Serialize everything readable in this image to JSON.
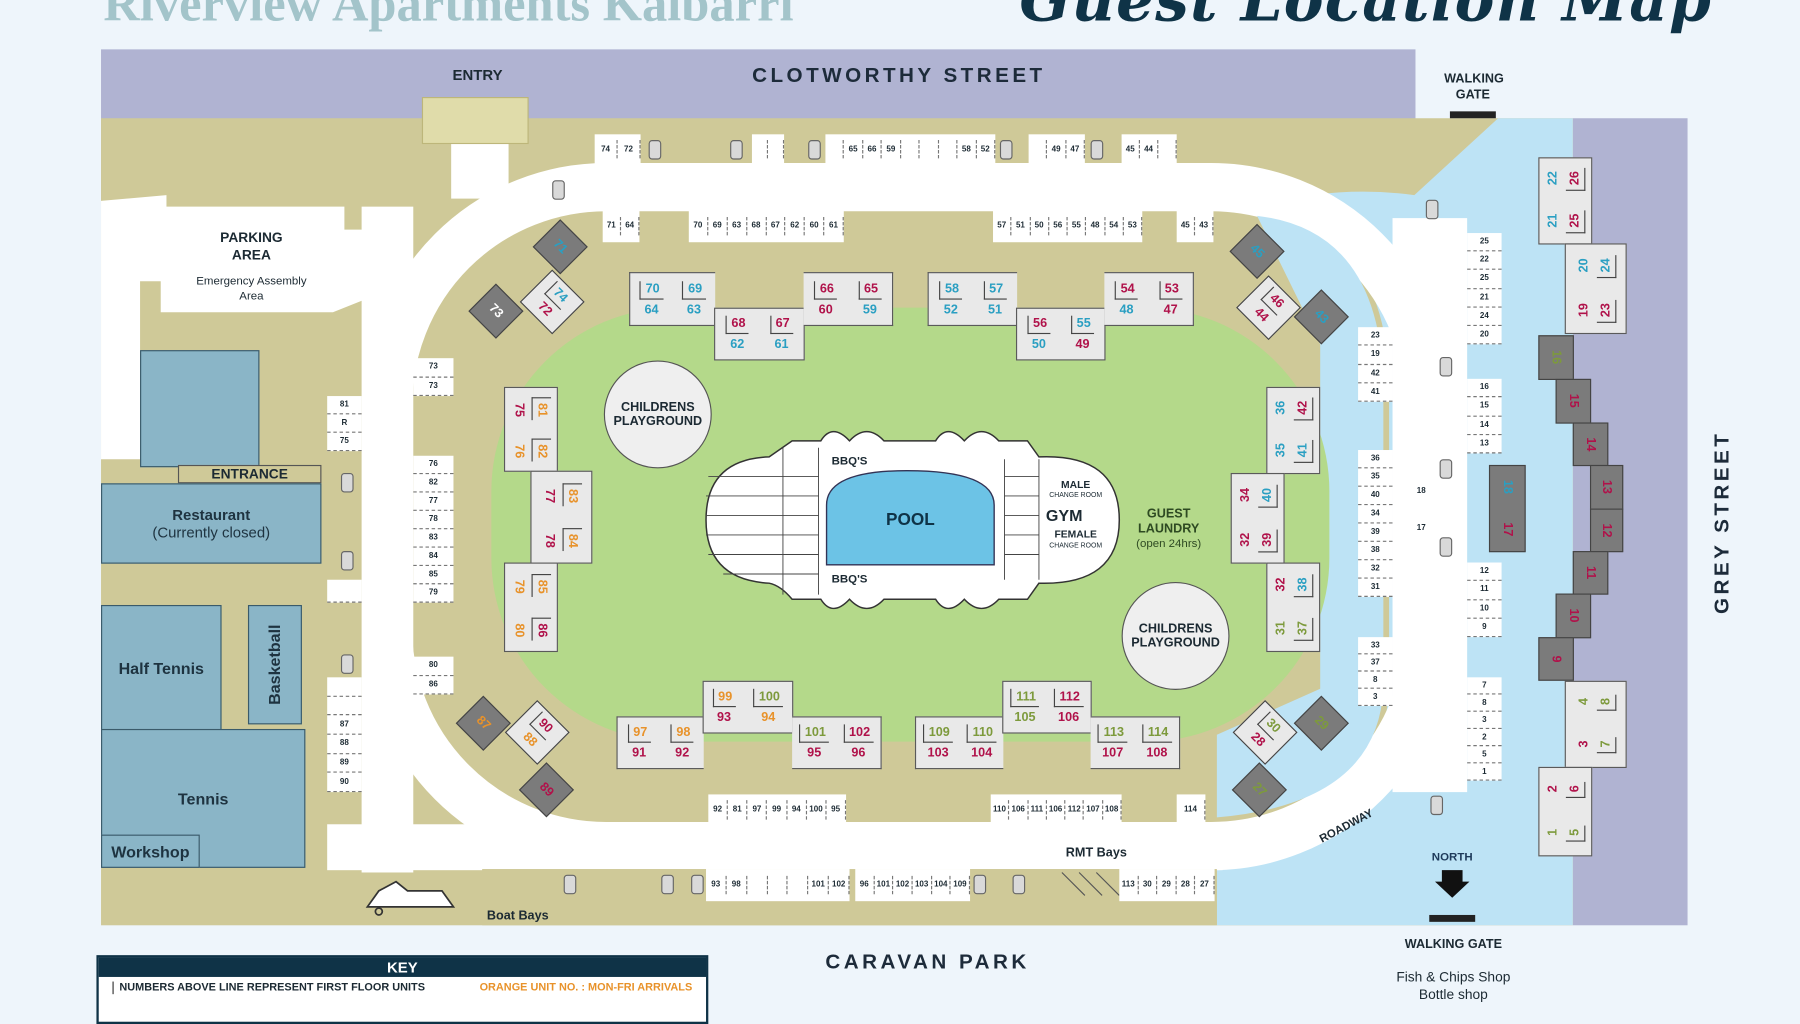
{
  "header": {
    "title": "Riverview Apartments Kalbarri",
    "subtitle": "Guest Location Map"
  },
  "streets": {
    "north": "CLOTWORTHY STREET",
    "east": "GREY STREET",
    "south": "CARAVAN PARK"
  },
  "labels": {
    "entry": "ENTRY",
    "walking_gate_north": "WALKING GATE",
    "parking_area": "PARKING AREA",
    "emergency": "Emergency Assembly Area",
    "entrance": "ENTRANCE",
    "restaurant": "Restaurant",
    "restaurant_status": "(Currently closed)",
    "half_tennis": "Half Tennis",
    "basketball": "Basketball",
    "tennis": "Tennis",
    "workshop": "Workshop",
    "playground_1": "CHILDRENS PLAYGROUND",
    "playground_2": "CHILDRENS PLAYGROUND",
    "pool": "POOL",
    "bbq_top": "BBQ'S",
    "bbq_bottom": "BBQ'S",
    "gym": "GYM",
    "male": "MALE",
    "female": "FEMALE",
    "change_room_male": "CHANGE ROOM",
    "change_room_female": "CHANGE ROOM",
    "laundry": "GUEST LAUNDRY",
    "laundry_hours": "(open 24hrs)",
    "rmt_bays": "RMT Bays",
    "roadway": "ROADWAY",
    "boat_bays": "Boat Bays",
    "north": "NORTH",
    "walking_gate_south": "WALKING GATE",
    "shops": [
      "Fish & Chips Shop",
      "Bottle shop"
    ],
    "bay_18": "18",
    "bay_17": "17"
  },
  "key": {
    "title": "KEY",
    "items": [
      "NUMBERS ABOVE LINE REPRESENT FIRST FLOOR UNITS",
      "ORANGE UNIT NO. : MON-FRI ARRIVALS"
    ]
  },
  "unit_colors": {
    "orange": "#e8922a",
    "teal": "#2a9fc2",
    "crimson": "#b0124a",
    "olive": "#7d9a3c",
    "white": "#ffffff"
  },
  "buildings": {
    "north_west": [
      [
        {
          "t": "70",
          "tc": "teal",
          "b": "64",
          "bc": "teal"
        },
        {
          "t": "69",
          "tc": "teal",
          "b": "63",
          "bc": "teal"
        }
      ],
      [
        {
          "t": "68",
          "tc": "crimson",
          "b": "62",
          "bc": "teal"
        },
        {
          "t": "67",
          "tc": "crimson",
          "b": "61",
          "bc": "teal"
        }
      ],
      [
        {
          "t": "66",
          "tc": "crimson",
          "b": "60",
          "bc": "crimson"
        },
        {
          "t": "65",
          "tc": "crimson",
          "b": "59",
          "bc": "teal"
        }
      ]
    ],
    "north_east": [
      [
        {
          "t": "58",
          "tc": "teal",
          "b": "52",
          "bc": "teal"
        },
        {
          "t": "57",
          "tc": "teal",
          "b": "51",
          "bc": "teal"
        }
      ],
      [
        {
          "t": "56",
          "tc": "crimson",
          "b": "50",
          "bc": "teal"
        },
        {
          "t": "55",
          "tc": "teal",
          "b": "49",
          "bc": "crimson"
        }
      ],
      [
        {
          "t": "54",
          "tc": "crimson",
          "b": "48",
          "bc": "teal"
        },
        {
          "t": "53",
          "tc": "crimson",
          "b": "47",
          "bc": "crimson"
        }
      ]
    ],
    "south_west": [
      [
        {
          "t": "97",
          "tc": "orange",
          "b": "91",
          "bc": "crimson"
        },
        {
          "t": "98",
          "tc": "orange",
          "b": "92",
          "bc": "crimson"
        }
      ],
      [
        {
          "t": "99",
          "tc": "orange",
          "b": "93",
          "bc": "crimson"
        },
        {
          "t": "100",
          "tc": "olive",
          "b": "94",
          "bc": "orange"
        }
      ],
      [
        {
          "t": "101",
          "tc": "olive",
          "b": "95",
          "bc": "crimson"
        },
        {
          "t": "102",
          "tc": "crimson",
          "b": "96",
          "bc": "crimson"
        }
      ]
    ],
    "south_east": [
      [
        {
          "t": "109",
          "tc": "olive",
          "b": "103",
          "bc": "crimson"
        },
        {
          "t": "110",
          "tc": "olive",
          "b": "104",
          "bc": "crimson"
        }
      ],
      [
        {
          "t": "111",
          "tc": "olive",
          "b": "105",
          "bc": "olive"
        },
        {
          "t": "112",
          "tc": "crimson",
          "b": "106",
          "bc": "crimson"
        }
      ],
      [
        {
          "t": "113",
          "tc": "olive",
          "b": "107",
          "bc": "crimson"
        },
        {
          "t": "114",
          "tc": "olive",
          "b": "108",
          "bc": "crimson"
        }
      ]
    ],
    "west": [
      [
        {
          "t": "81",
          "tc": "orange",
          "b": "75",
          "bc": "crimson"
        },
        {
          "t": "82",
          "tc": "orange",
          "b": "76",
          "bc": "orange"
        }
      ],
      [
        {
          "t": "83",
          "tc": "orange",
          "b": "77",
          "bc": "crimson"
        },
        {
          "t": "84",
          "tc": "orange",
          "b": "78",
          "bc": "crimson"
        }
      ],
      [
        {
          "t": "85",
          "tc": "orange",
          "b": "79",
          "bc": "orange"
        },
        {
          "t": "86",
          "tc": "crimson",
          "b": "80",
          "bc": "orange"
        }
      ]
    ],
    "east": [
      [
        {
          "t": "42",
          "tc": "crimson",
          "b": "36",
          "bc": "teal"
        },
        {
          "t": "41",
          "tc": "teal",
          "b": "35",
          "bc": "teal"
        }
      ],
      [
        {
          "t": "40",
          "tc": "teal",
          "b": "34",
          "bc": "crimson"
        },
        {
          "t": "39",
          "tc": "crimson",
          "b": "32",
          "bc": "crimson"
        }
      ],
      [
        {
          "t": "38",
          "tc": "teal",
          "b": "32",
          "bc": "crimson"
        },
        {
          "t": "37",
          "tc": "olive",
          "b": "31",
          "bc": "olive"
        }
      ]
    ],
    "far_east_north": [
      [
        {
          "t": "26",
          "tc": "crimson",
          "b": "22",
          "bc": "teal"
        },
        {
          "t": "25",
          "tc": "crimson",
          "b": "21",
          "bc": "teal"
        }
      ],
      [
        {
          "t": "24",
          "tc": "teal",
          "b": "20",
          "bc": "teal"
        },
        {
          "t": "23",
          "tc": "crimson",
          "b": "19",
          "bc": "crimson"
        }
      ]
    ],
    "far_east_south": [
      [
        {
          "t": "8",
          "tc": "olive",
          "b": "4",
          "bc": "olive"
        },
        {
          "t": "7",
          "tc": "olive",
          "b": "3",
          "bc": "crimson"
        }
      ],
      [
        {
          "t": "6",
          "tc": "crimson",
          "b": "2",
          "bc": "crimson"
        },
        {
          "t": "5",
          "tc": "olive",
          "b": "1",
          "bc": "olive"
        }
      ]
    ],
    "stepped_east": [
      {
        "n": "16",
        "c": "olive"
      },
      {
        "n": "15",
        "c": "crimson"
      },
      {
        "n": "14",
        "c": "crimson"
      },
      {
        "n": "13",
        "c": "crimson"
      },
      {
        "n": "12",
        "c": "crimson"
      },
      {
        "n": "11",
        "c": "crimson"
      },
      {
        "n": "10",
        "c": "crimson"
      },
      {
        "n": "9",
        "c": "crimson"
      }
    ],
    "island": [
      {
        "n": "18",
        "c": "teal"
      },
      {
        "n": "17",
        "c": "crimson"
      }
    ],
    "diamonds": {
      "nw": {
        "dark_a": {
          "n": "71",
          "c": "teal"
        },
        "pair": [
          {
            "t": "74",
            "tc": "teal",
            "b": "72",
            "bc": "crimson"
          }
        ],
        "dark_b": {
          "n": "73",
          "c": "white"
        }
      },
      "ne": {
        "dark_a": {
          "n": "45",
          "c": "teal"
        },
        "pair": [
          {
            "t": "46",
            "tc": "crimson",
            "b": "44",
            "bc": "crimson"
          }
        ],
        "dark_b": {
          "n": "43",
          "c": "teal"
        }
      },
      "sw": {
        "dark_a": {
          "n": "87",
          "c": "orange"
        },
        "pair": [
          {
            "t": "90",
            "tc": "crimson",
            "b": "88",
            "bc": "orange"
          }
        ],
        "dark_b": {
          "n": "89",
          "c": "crimson"
        }
      },
      "se": {
        "dark_a": {
          "n": "29",
          "c": "olive"
        },
        "pair": [
          {
            "t": "30",
            "tc": "olive",
            "b": "28",
            "bc": "crimson"
          }
        ],
        "dark_b": {
          "n": "27",
          "c": "olive"
        }
      }
    }
  },
  "parking": {
    "north_outer": [
      [
        "74",
        "72"
      ],
      [
        "",
        ""
      ],
      [
        "",
        "65",
        "66",
        "59",
        "",
        "",
        "",
        "58",
        "52"
      ],
      [
        "",
        "49",
        "47"
      ],
      [
        "45",
        "44",
        ""
      ]
    ],
    "north_inner": [
      [
        "71",
        "64"
      ],
      [
        "70",
        "69",
        "63",
        "68",
        "67",
        "62",
        "60",
        "61"
      ],
      [
        "57",
        "51",
        "50",
        "56",
        "55",
        "48",
        "54",
        "53"
      ],
      [
        "45",
        "43"
      ]
    ],
    "south_inner": [
      [
        "92",
        "81",
        "97",
        "99",
        "94",
        "100",
        "95"
      ],
      [
        "110",
        "106",
        "111",
        "106",
        "112",
        "107",
        "108"
      ],
      [
        "114"
      ]
    ],
    "south_outer": [
      [
        "93",
        "98",
        "",
        "",
        "",
        "101",
        "102"
      ],
      [
        "96",
        "101",
        "102",
        "103",
        "104",
        "109"
      ],
      [
        "113",
        "30",
        "29",
        "28",
        "27"
      ]
    ],
    "west_outer": [
      [
        "81",
        "R",
        "75"
      ],
      [
        ""
      ],
      [
        "",
        "",
        "87",
        "88",
        "89",
        "90"
      ]
    ],
    "west_inner": [
      [
        "73",
        "73"
      ],
      [
        "76",
        "82",
        "77",
        "78",
        "83",
        "84",
        "85",
        "79"
      ],
      [
        "80",
        "86"
      ]
    ],
    "east_inner": [
      [
        "23",
        "19",
        "42",
        "41"
      ],
      [
        "36",
        "35",
        "40",
        "34",
        "39",
        "38",
        "32",
        "31"
      ],
      [
        "33",
        "37",
        "8",
        "3"
      ]
    ],
    "east_outer": [
      [
        "25",
        "22",
        "25",
        "21",
        "24",
        "20"
      ],
      [
        "16",
        "15",
        "14",
        "13"
      ],
      [
        "12",
        "11",
        "10",
        "9"
      ],
      [
        "7",
        "8",
        "3",
        "2",
        "5",
        "1"
      ]
    ]
  }
}
